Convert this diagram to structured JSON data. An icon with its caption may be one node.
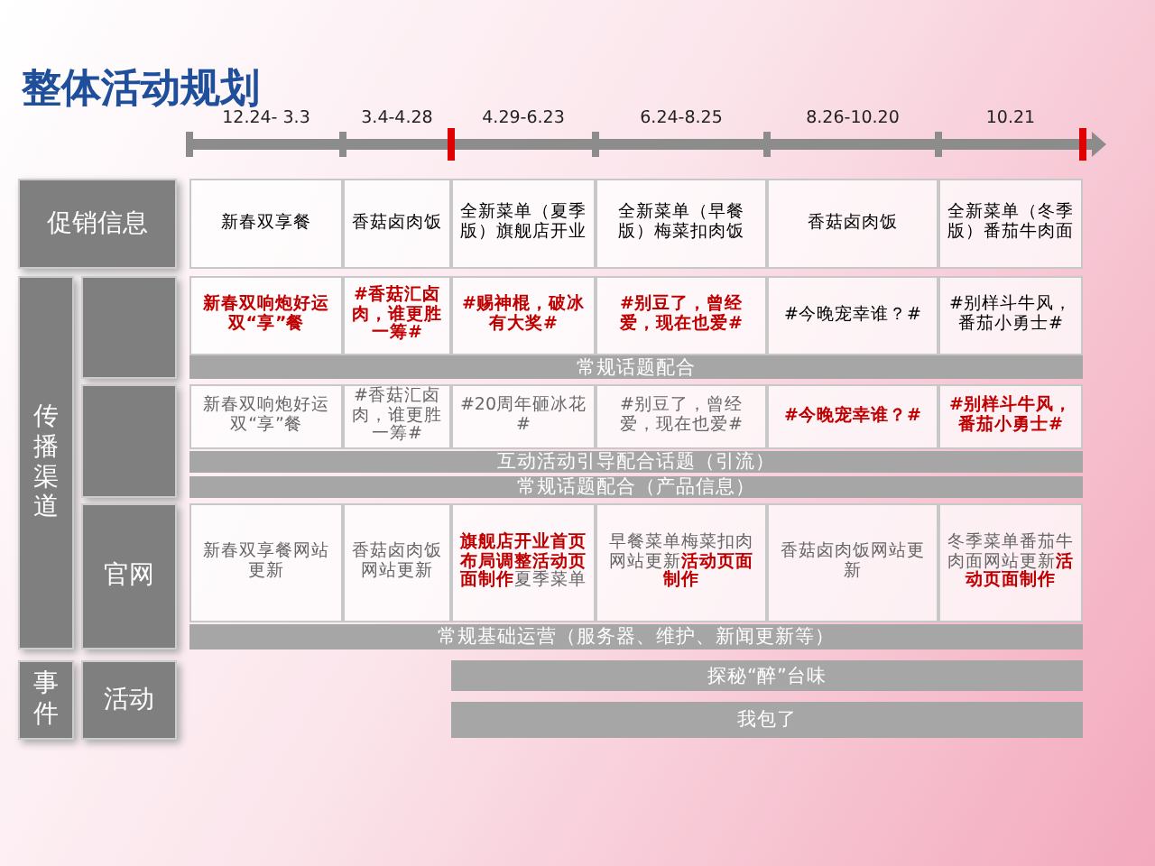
{
  "diagram": {
    "title": "整体活动规划",
    "nodes": [
      {
        "text": [
          "促销信息"
        ]
      },
      {
        "text": [
          "传播渠道"
        ]
      },
      {
        "text": [],
        "shape": "box"
      },
      {
        "text": [],
        "shape": "box"
      },
      {
        "text": [
          "官网"
        ]
      },
      {
        "text": [
          "事件"
        ]
      },
      {
        "text": [
          "活动"
        ]
      },
      {
        "text": [
          "常规话题配合"
        ]
      },
      {
        "text": [
          "互动活动引导配合话题（引流）"
        ]
      },
      {
        "text": [
          "常规话题配合（产品信息）"
        ]
      },
      {
        "text": [
          "常规基础运营（服务器、维护、新闻更新等）"
        ]
      },
      {
        "text": [
          "探秘“醉”台味"
        ]
      },
      {
        "text": [
          "我包了"
        ]
      }
    ],
    "labels": [
      "12.24- 3.3",
      "3.4-4.28",
      "4.29-6.23",
      "6.24-8.25",
      "8.26-10.20",
      "10.21",
      "新春双享餐",
      "香菇卤肉饭",
      "全新菜单（夏季版）旗舰店开业",
      "全新菜单（早餐版）梅菜扣肉饭",
      "香菇卤肉饭",
      "全新菜单（冬季版）番茄牛肉面",
      "**新春双响炮好运双“享”餐**",
      "**#香菇汇卤肉，谁更胜一筹#**",
      "**#赐神棍，破冰有大奖#**",
      "**#别豆了，曾经爱，现在也爱#**",
      "#今晚宠幸谁？#",
      "#别样斗牛风，番茄小勇士#",
      "新春双响炮好运双“享”餐",
      "#香菇汇卤肉，谁更胜一筹#",
      "#20周年砸冰花#",
      "#别豆了，曾经爱，现在也爱#",
      "**#今晚宠幸谁？#**",
      "**#别样斗牛风，番茄小勇士#**",
      "新春双享餐网站更新",
      "香菇卤肉饭网站更新",
      "**旗舰店开业首页布局调整活动页面制作**夏季菜单",
      "早餐菜单梅菜扣肉网站更新**活动页面制作**",
      "香菇卤肉饭网站更新",
      "冬季菜单番茄牛肉面网站更新**活动页面制作**"
    ]
  }
}
